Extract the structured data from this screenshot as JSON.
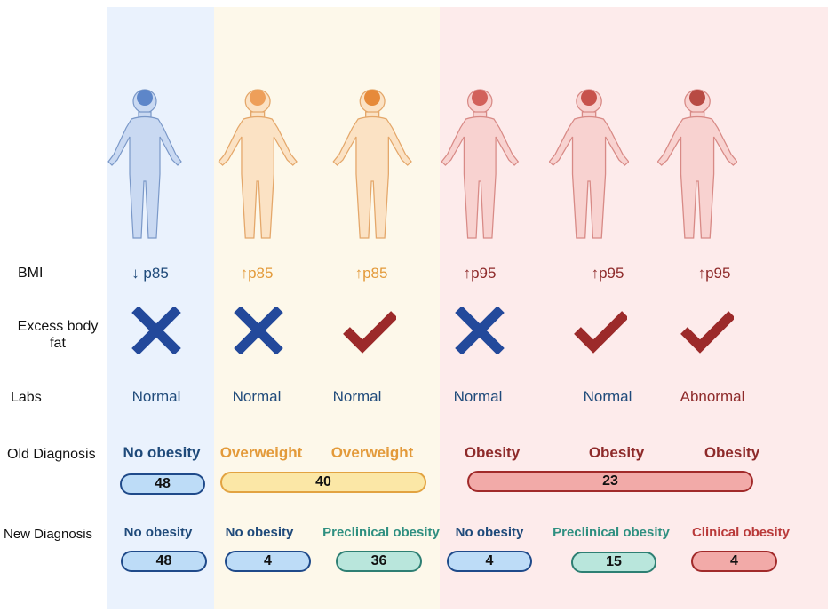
{
  "row_labels": {
    "bmi": "BMI",
    "fat": "Excess body fat",
    "labs": "Labs",
    "old": "Old Diagnosis",
    "new": "New Diagnosis"
  },
  "columns": [
    {
      "bmi": "↓ p85",
      "fat": "no",
      "labs": "Normal"
    },
    {
      "bmi": "↑p85",
      "fat": "no",
      "labs": "Normal"
    },
    {
      "bmi": "↑p85",
      "fat": "yes",
      "labs": "Normal"
    },
    {
      "bmi": "↑p95",
      "fat": "no",
      "labs": "Normal"
    },
    {
      "bmi": "↑p95",
      "fat": "yes",
      "labs": "Normal"
    },
    {
      "bmi": "↑p95",
      "fat": "yes",
      "labs": "Abnormal"
    }
  ],
  "old_diagnosis": {
    "labels": [
      "No obesity",
      "Overweight",
      "Overweight",
      "Obesity",
      "Obesity",
      "Obesity"
    ],
    "counts": [
      "48",
      "40",
      "23"
    ]
  },
  "new_diagnosis": {
    "labels": [
      "No obesity",
      "No obesity",
      "Preclinical obesity",
      "No obesity",
      "Preclinical obesity",
      "Clinical obesity"
    ],
    "counts": [
      "48",
      "4",
      "36",
      "4",
      "15",
      "4"
    ]
  },
  "colors": {
    "blue_text": "#1f4a7a",
    "orange_text": "#e39a3a",
    "red_text": "#8e2a2a",
    "teal_text": "#2e8f80",
    "cross": "#23499b",
    "check": "#9c2a2a"
  }
}
